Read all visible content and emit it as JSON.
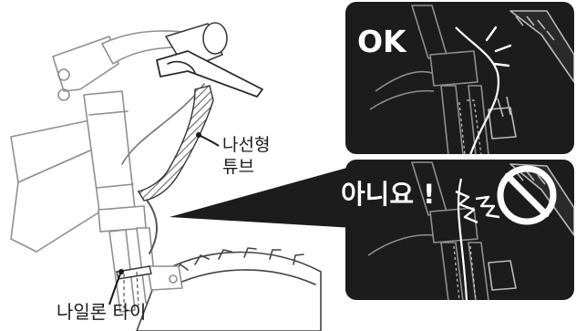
{
  "labels": {
    "spiral_tube_line1": "나선형",
    "spiral_tube_line2": "튜브",
    "nylon_tie": "나일론 타이"
  },
  "panels": {
    "correct_text": "OK",
    "incorrect_text": "아니요 !"
  },
  "colors": {
    "panel_background": "#1c1c1c",
    "line_art": "#8f8f8f",
    "accent_white": "#ffffff"
  },
  "icons": {
    "prohibited": "prohibited-icon"
  }
}
